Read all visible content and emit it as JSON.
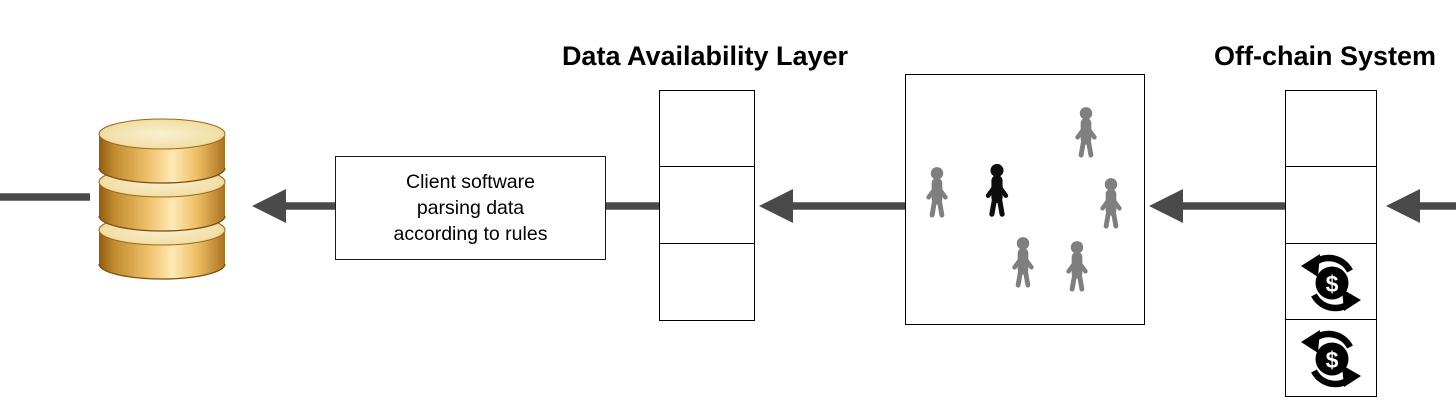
{
  "titles": {
    "da_layer": "Data Availability Layer",
    "offchain": "Off-chain System"
  },
  "client_box": {
    "lines": [
      "Client software",
      "parsing data",
      "according to rules"
    ]
  },
  "dollar_symbol": "$",
  "icons": {
    "database": "database-icon",
    "person": "person-icon",
    "person_highlighted": "person-icon-dark",
    "dollar_exchange": "dollar-exchange-icon",
    "flow_arrow": "flow-arrow-left"
  },
  "colors": {
    "arrow_gray": "#4a4a4a",
    "person_gray": "#7f7f7f",
    "person_black": "#0d0d0d",
    "db_gold_light": "#ffe9b5",
    "db_gold_dark": "#8f5c10",
    "border_black": "#000000",
    "background": "#ffffff"
  },
  "layout_note": {
    "flow_direction": "right-to-left"
  }
}
